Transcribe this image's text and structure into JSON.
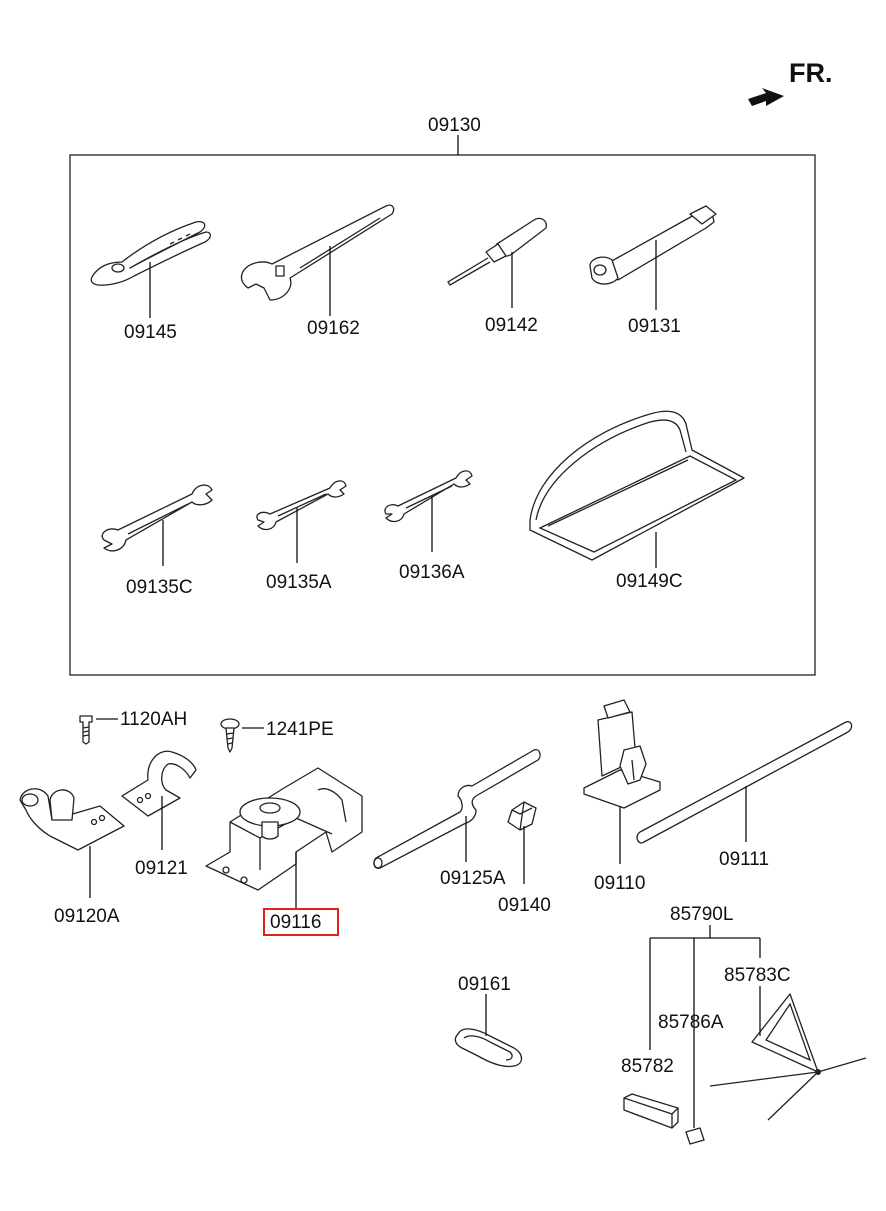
{
  "direction_label": "FR.",
  "highlight_color": "#e0201b",
  "labels": {
    "kit": "09130",
    "pliers": "09145",
    "adjustable_wrench": "09162",
    "screwdriver": "09142",
    "box_wrench": "09131",
    "spanner_large": "09135C",
    "spanner_medium": "09135A",
    "spanner_small": "09136A",
    "tool_tray": "09149C",
    "bolt": "1120AH",
    "screw": "1241PE",
    "bracket_a": "09120A",
    "bracket": "09121",
    "jack_bracket": "09116",
    "jack_handle": "09125A",
    "clip": "09140",
    "jack": "09110",
    "rod": "09111",
    "band": "09161",
    "triangle_assy": "85790L",
    "triangle": "85783C",
    "pad": "85786A",
    "case": "85782"
  },
  "highlighted_part": "09116"
}
